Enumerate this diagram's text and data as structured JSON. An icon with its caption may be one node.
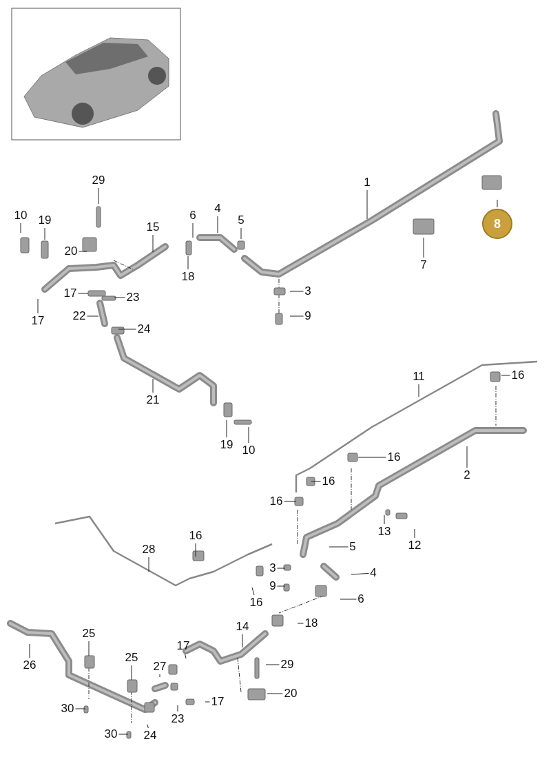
{
  "diagram": {
    "nodes": [
      {
        "text": [
          "29"
        ]
      },
      {
        "text": [
          "10"
        ]
      },
      {
        "text": [
          "19"
        ]
      },
      {
        "text": [
          "15"
        ]
      },
      {
        "text": [
          "6"
        ]
      },
      {
        "text": [
          "4"
        ]
      },
      {
        "text": [
          "5"
        ]
      },
      {
        "text": [
          "1"
        ]
      },
      {
        "text": [
          "8"
        ]
      },
      {
        "text": [
          "20"
        ]
      },
      {
        "text": [
          "18"
        ]
      },
      {
        "text": [
          "7"
        ]
      },
      {
        "text": [
          "17"
        ]
      },
      {
        "text": [
          "23"
        ]
      },
      {
        "text": [
          "3"
        ]
      },
      {
        "text": [
          "17"
        ]
      },
      {
        "text": [
          "22"
        ]
      },
      {
        "text": [
          "9"
        ]
      },
      {
        "text": [
          "24"
        ]
      },
      {
        "text": [
          "21"
        ]
      },
      {
        "text": [
          "19"
        ]
      },
      {
        "text": [
          "10"
        ]
      },
      {
        "text": [
          "11"
        ]
      },
      {
        "text": [
          "16"
        ]
      },
      {
        "text": [
          "16"
        ]
      },
      {
        "text": [
          "2"
        ]
      },
      {
        "text": [
          "16"
        ]
      },
      {
        "text": [
          "16"
        ]
      },
      {
        "text": [
          "13"
        ]
      },
      {
        "text": [
          "12"
        ]
      },
      {
        "text": [
          "16"
        ]
      },
      {
        "text": [
          "28"
        ]
      },
      {
        "text": [
          "5"
        ]
      },
      {
        "text": [
          "3"
        ]
      },
      {
        "text": [
          "4"
        ]
      },
      {
        "text": [
          "9"
        ]
      },
      {
        "text": [
          "6"
        ]
      },
      {
        "text": [
          "16"
        ]
      },
      {
        "text": [
          "18"
        ]
      },
      {
        "text": [
          "14"
        ]
      },
      {
        "text": [
          "26"
        ]
      },
      {
        "text": [
          "25"
        ]
      },
      {
        "text": [
          "25"
        ]
      },
      {
        "text": [
          "17"
        ]
      },
      {
        "text": [
          "27"
        ]
      },
      {
        "text": [
          "29"
        ]
      },
      {
        "text": [
          "20"
        ]
      },
      {
        "text": [
          "17"
        ]
      },
      {
        "text": [
          "30"
        ]
      },
      {
        "text": [
          "23"
        ]
      },
      {
        "text": [
          "30"
        ]
      },
      {
        "text": [
          "24"
        ]
      }
    ],
    "edges": [
      {
        "from": 0,
        "to": null,
        "arrow": "none"
      },
      {
        "from": 1,
        "to": null,
        "arrow": "none"
      },
      {
        "from": 2,
        "to": null,
        "arrow": "none"
      },
      {
        "from": 3,
        "to": null,
        "arrow": "none"
      },
      {
        "from": 4,
        "to": null,
        "arrow": "none"
      },
      {
        "from": 5,
        "to": null,
        "arrow": "none"
      },
      {
        "from": 6,
        "to": null,
        "arrow": "none"
      },
      {
        "from": 7,
        "to": null,
        "arrow": "none"
      },
      {
        "from": 8,
        "to": null,
        "arrow": "none"
      },
      {
        "from": 9,
        "to": null,
        "arrow": "none"
      },
      {
        "from": 10,
        "to": null,
        "arrow": "none"
      },
      {
        "from": 11,
        "to": null,
        "arrow": "none"
      },
      {
        "from": 12,
        "to": null,
        "arrow": "none"
      },
      {
        "from": 13,
        "to": null,
        "arrow": "none"
      },
      {
        "from": 14,
        "to": null,
        "arrow": "none"
      },
      {
        "from": 15,
        "to": null,
        "arrow": "none"
      },
      {
        "from": 16,
        "to": null,
        "arrow": "none"
      },
      {
        "from": 17,
        "to": null,
        "arrow": "none"
      },
      {
        "from": 18,
        "to": null,
        "arrow": "none"
      },
      {
        "from": 19,
        "to": null,
        "arrow": "none"
      },
      {
        "from": 20,
        "to": null,
        "arrow": "none"
      },
      {
        "from": 21,
        "to": null,
        "arrow": "none"
      },
      {
        "from": 22,
        "to": null,
        "arrow": "none"
      },
      {
        "from": 23,
        "to": null,
        "arrow": "none"
      },
      {
        "from": 24,
        "to": null,
        "arrow": "none"
      },
      {
        "from": 25,
        "to": null,
        "arrow": "none"
      },
      {
        "from": 26,
        "to": null,
        "arrow": "none"
      },
      {
        "from": 27,
        "to": null,
        "arrow": "none"
      },
      {
        "from": 28,
        "to": null,
        "arrow": "none"
      },
      {
        "from": 29,
        "to": null,
        "arrow": "none"
      },
      {
        "from": 30,
        "to": null,
        "arrow": "none"
      },
      {
        "from": 31,
        "to": null,
        "arrow": "none"
      },
      {
        "from": 32,
        "to": null,
        "arrow": "none"
      },
      {
        "from": 33,
        "to": null,
        "arrow": "none"
      },
      {
        "from": 34,
        "to": null,
        "arrow": "none"
      },
      {
        "from": 35,
        "to": null,
        "arrow": "none"
      },
      {
        "from": 36,
        "to": null,
        "arrow": "none"
      },
      {
        "from": 37,
        "to": null,
        "arrow": "none"
      },
      {
        "from": 38,
        "to": null,
        "arrow": "none"
      },
      {
        "from": 39,
        "to": null,
        "arrow": "none"
      },
      {
        "from": 40,
        "to": null,
        "arrow": "none"
      },
      {
        "from": 41,
        "to": null,
        "arrow": "none"
      },
      {
        "from": 42,
        "to": null,
        "arrow": "none"
      },
      {
        "from": 43,
        "to": null,
        "arrow": "none"
      },
      {
        "from": 44,
        "to": null,
        "arrow": "none"
      },
      {
        "from": 45,
        "to": null,
        "arrow": "none"
      },
      {
        "from": 46,
        "to": null,
        "arrow": "none"
      },
      {
        "from": 47,
        "to": null,
        "arrow": "none"
      },
      {
        "from": 48,
        "to": null,
        "arrow": "none"
      },
      {
        "from": 49,
        "to": null,
        "arrow": "none"
      },
      {
        "from": 50,
        "to": null,
        "arrow": "none"
      },
      {
        "from": 51,
        "to": null,
        "arrow": "none"
      }
    ]
  }
}
